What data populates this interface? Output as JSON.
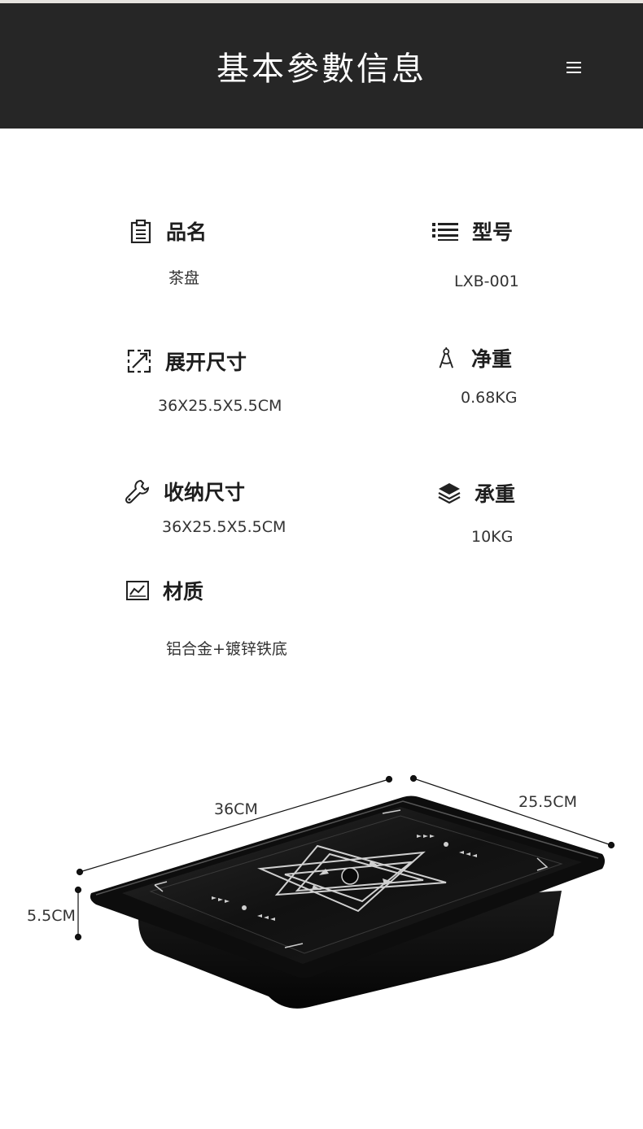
{
  "header": {
    "title": "基本參數信息",
    "menu_icon": "hamburger-icon"
  },
  "specs": [
    {
      "id": "name",
      "icon": "clipboard-icon",
      "label": "品名",
      "value": "茶盘"
    },
    {
      "id": "model",
      "icon": "list-icon",
      "label": "型号",
      "value": "LXB-001"
    },
    {
      "id": "expanded",
      "icon": "expand-icon",
      "label": "展开尺寸",
      "value": "36X25.5X5.5CM"
    },
    {
      "id": "net_weight",
      "icon": "compass-icon",
      "label": "净重",
      "value": "0.68KG"
    },
    {
      "id": "folded",
      "icon": "wrench-icon",
      "label": "收纳尺寸",
      "value": "36X25.5X5.5CM"
    },
    {
      "id": "load",
      "icon": "layers-icon",
      "label": "承重",
      "value": "10KG"
    },
    {
      "id": "material",
      "icon": "chart-icon",
      "label": "材质",
      "value": "铝合金+镀锌铁底"
    }
  ],
  "dimensions": {
    "length": "36CM",
    "width": "25.5CM",
    "height": "5.5CM"
  }
}
